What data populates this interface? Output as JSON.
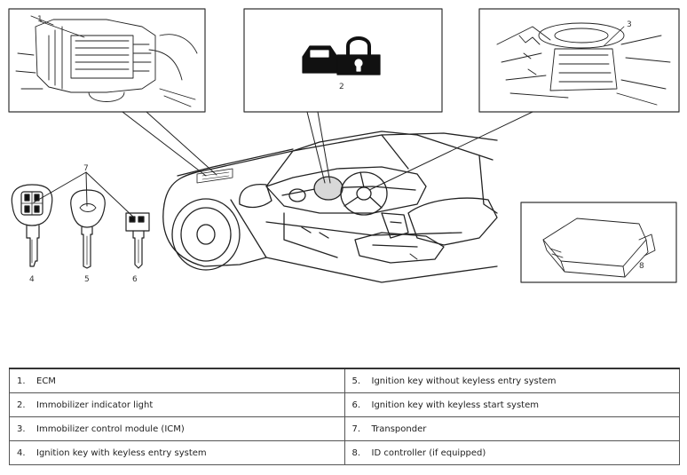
{
  "callouts": {
    "ecm": "1",
    "indicator": "2",
    "icm": "3",
    "key_keyless_entry": "4",
    "key_without_keyless": "5",
    "key_keyless_start": "6",
    "transponder": "7",
    "id_controller": "8"
  },
  "legend": {
    "left": [
      {
        "num": "1.",
        "text": "ECM"
      },
      {
        "num": "2.",
        "text": "Immobilizer indicator light"
      },
      {
        "num": "3.",
        "text": "Immobilizer control module (ICM)"
      },
      {
        "num": "4.",
        "text": "Ignition key with keyless entry system"
      }
    ],
    "right": [
      {
        "num": "5.",
        "text": "Ignition key without keyless entry system"
      },
      {
        "num": "6.",
        "text": "Ignition key with keyless start system"
      },
      {
        "num": "7.",
        "text": "Transponder"
      },
      {
        "num": "8.",
        "text": "ID controller (if equipped)"
      }
    ]
  }
}
